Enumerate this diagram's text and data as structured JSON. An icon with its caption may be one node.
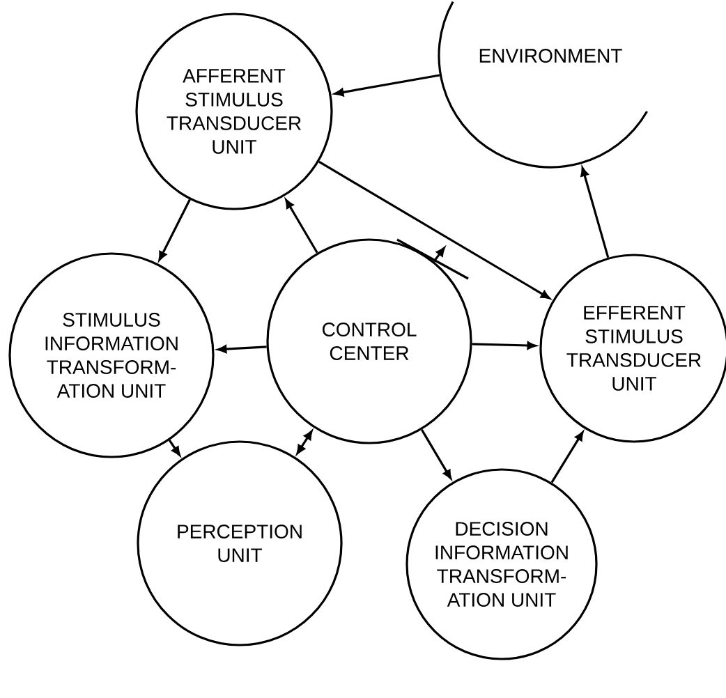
{
  "diagram": {
    "nodes": [
      {
        "text": [
          "AFFERENT STIMULUS TRANSDUCER UNIT"
        ]
      },
      {
        "text": [
          "ENVIRONMENT"
        ]
      },
      {
        "text": [
          "STIMULUS INFORMATION TRANSFORM- ATION UNIT"
        ]
      },
      {
        "text": [
          "CONTROL CENTER"
        ]
      },
      {
        "text": [
          "EFFERENT STIMULUS TRANSDUCER UNIT"
        ]
      },
      {
        "text": [
          "PERCEPTION UNIT"
        ]
      },
      {
        "text": [
          "DECISION INFORMATION TRANSFORM- ATION UNIT"
        ]
      }
    ],
    "edges": [
      {
        "from": 1,
        "to": 0,
        "arrow": "to"
      },
      {
        "from": 0,
        "to": 2,
        "arrow": "to"
      },
      {
        "from": 3,
        "to": 0,
        "arrow": "to"
      },
      {
        "from": 3,
        "to": null,
        "arrow": "to"
      },
      {
        "from": 0,
        "to": 4,
        "arrow": "to"
      },
      {
        "from": 4,
        "to": 1,
        "arrow": "to"
      },
      {
        "from": 3,
        "to": 2,
        "arrow": "to"
      },
      {
        "from": 3,
        "to": 4,
        "arrow": "to"
      },
      {
        "from": 2,
        "to": 5,
        "arrow": "to"
      },
      {
        "from": 3,
        "to": 5,
        "arrow": "both"
      },
      {
        "from": 3,
        "to": 6,
        "arrow": "to"
      },
      {
        "from": 6,
        "to": 4,
        "arrow": "to"
      }
    ]
  }
}
